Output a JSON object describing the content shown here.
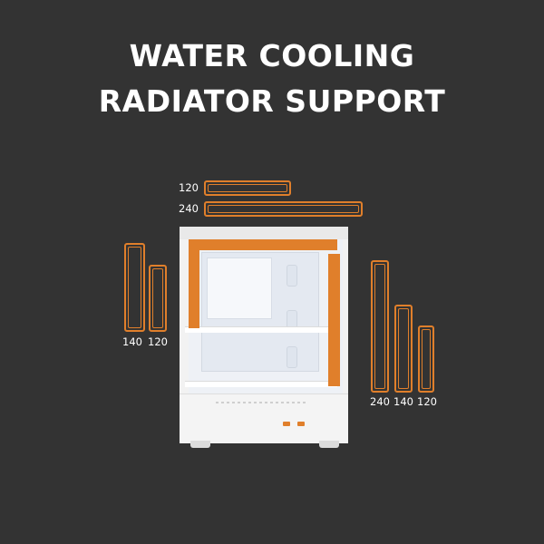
{
  "title": {
    "line1": "WATER COOLING",
    "line2": "RADIATOR SUPPORT"
  },
  "top_mounts": [
    {
      "size_label": "120"
    },
    {
      "size_label": "240"
    }
  ],
  "front_left_mounts": [
    {
      "size_label": "140"
    },
    {
      "size_label": "120"
    }
  ],
  "side_right_mounts": [
    {
      "size_label": "240"
    },
    {
      "size_label": "140"
    },
    {
      "size_label": "120"
    }
  ],
  "colors": {
    "background": "#333333",
    "accent": "#e07f2b",
    "case": "#f2f2f2",
    "text": "#ffffff"
  }
}
